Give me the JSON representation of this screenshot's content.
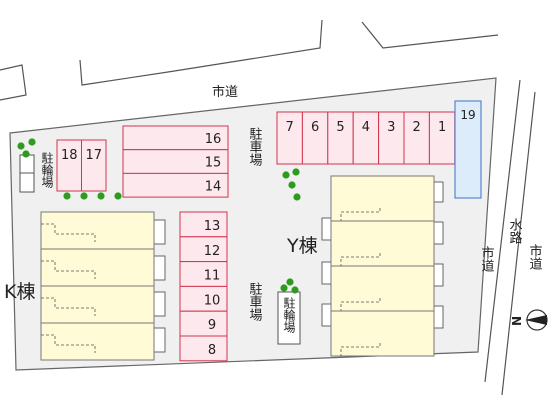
{
  "roads": {
    "top_road_label": "市道",
    "right_road_label": "市道",
    "waterway_label": "水路",
    "far_road_label": "市道"
  },
  "buildings": {
    "k_label": "K棟",
    "y_label": "Y棟"
  },
  "parking": {
    "label_upper": "駐車場",
    "label_lower": "駐車場",
    "top_row": [
      "7",
      "6",
      "5",
      "4",
      "3",
      "2",
      "1"
    ],
    "top_right": "19",
    "left_pair": [
      "18",
      "17"
    ],
    "wide_stack": [
      "16",
      "15",
      "14"
    ],
    "middle_column": [
      "13",
      "12",
      "11",
      "10",
      "9",
      "8"
    ]
  },
  "bicycle": {
    "left_label": "駐輪場",
    "center_label": "駐輪場"
  },
  "compass": {
    "letter": "N"
  },
  "colors": {
    "parking_fill": "#fde8ee",
    "parking_stroke": "#d0364d",
    "building_fill": "#fffbd6",
    "building_stroke": "#777777",
    "blue_fill": "#dcecfb",
    "blue_stroke": "#3a72c5",
    "tree": "#2f9b1e"
  }
}
